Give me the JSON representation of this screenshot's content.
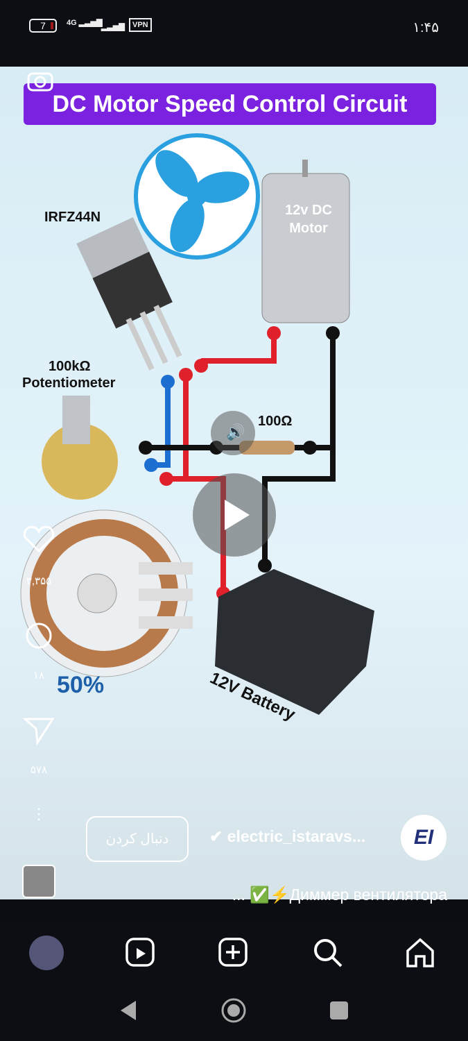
{
  "status_bar": {
    "battery": "7",
    "network": "4G",
    "vpn": "VPN",
    "time": "۱:۴۵"
  },
  "video": {
    "title": "DC Motor Speed Control Circuit",
    "labels": {
      "mosfet": "IRFZ44N",
      "motor": "12v DC Motor",
      "pot_value": "100kΩ",
      "pot": "Potentiometer",
      "resistor": "100Ω",
      "battery": "12V Battery",
      "percent": "50%"
    }
  },
  "actions": {
    "likes": "۳,۳۵۵",
    "comments": "۱۸",
    "shares": "۵۷۸"
  },
  "author": {
    "username": "electric_istaravs...",
    "follow_label": "دنبال کردن",
    "avatar_text": "EI"
  },
  "caption": "... ✅⚡Диммер вентилятора",
  "colors": {
    "accent": "#7b22e0",
    "wire_red": "#e0202a",
    "wire_blue": "#1c6fd0",
    "wire_black": "#111111"
  }
}
